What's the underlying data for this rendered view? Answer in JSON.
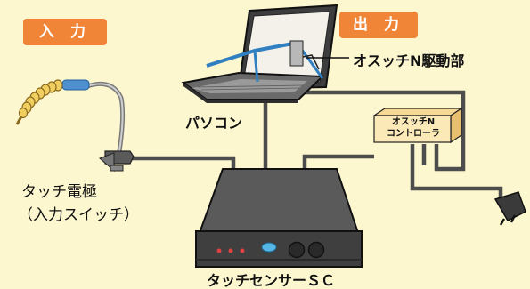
{
  "badges": {
    "input": "入 力",
    "output": "出 力"
  },
  "labels": {
    "drive_unit": "オスッチN駆動部",
    "pc": "パソコン",
    "controller_line1": "オスッチN",
    "controller_line2": "コントローラ",
    "touch_electrode_line1": "タッチ電極",
    "touch_electrode_line2": "（入力スイッチ）",
    "touch_sensor": "タッチセンサーＳＣ"
  },
  "colors": {
    "background": "#fdf7cf",
    "badge": "#f08538",
    "cable": "#4d4d4d",
    "laptop_screen": "#f3f1ea",
    "controller_box": "#fce9b8",
    "sensor_box": "#3f3f3f",
    "probe_tip": "#f0cf60"
  },
  "icons": [
    "laptop-icon",
    "touch-probe-icon",
    "clip-icon",
    "controller-box-icon",
    "touch-sensor-box-icon",
    "power-plug-icon"
  ]
}
